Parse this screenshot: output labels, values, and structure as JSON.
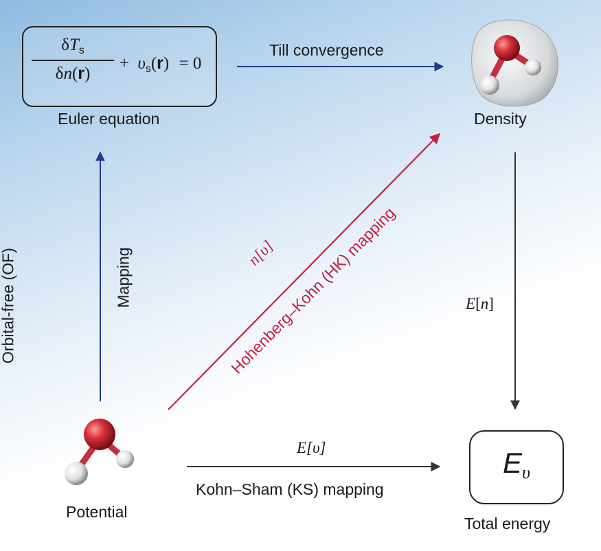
{
  "nodes": {
    "euler": {
      "caption": "Euler equation",
      "equation": {
        "num_delta": "δ",
        "num_T": "T",
        "num_sub": "s",
        "den_delta": "δ",
        "den_n": "n",
        "den_open": "(",
        "den_r": "r",
        "den_close": ")",
        "plus": "+",
        "v": "υ",
        "v_sub": "s",
        "v_open": "(",
        "v_r": "r",
        "v_close": ")",
        "equals": "= 0"
      }
    },
    "density": {
      "caption": "Density"
    },
    "potential": {
      "caption": "Potential"
    },
    "total_energy": {
      "caption": "Total energy",
      "symbol": "E",
      "symbol_sub": "υ"
    }
  },
  "edges": {
    "convergence": {
      "label": "Till convergence"
    },
    "of_mapping": {
      "label_outer": "Orbital-free (OF)",
      "label_inner": "Mapping"
    },
    "hk_mapping": {
      "label_top": "n[υ]",
      "label_bottom": "Hohenberg–Kohn (HK) mapping"
    },
    "energy_functional": {
      "label_E": "E",
      "label_open": "[",
      "label_n": "n",
      "label_close": "]"
    },
    "ks_mapping": {
      "label_top": "E[υ]",
      "label_bottom": "Kohn–Sham (KS) mapping"
    }
  },
  "colors": {
    "blue_arrow": "#1f3a8f",
    "red_arrow": "#c2223f",
    "dark_arrow": "#333333",
    "oxygen": "#d6303a",
    "hydrogen": "#e8e8e8"
  }
}
